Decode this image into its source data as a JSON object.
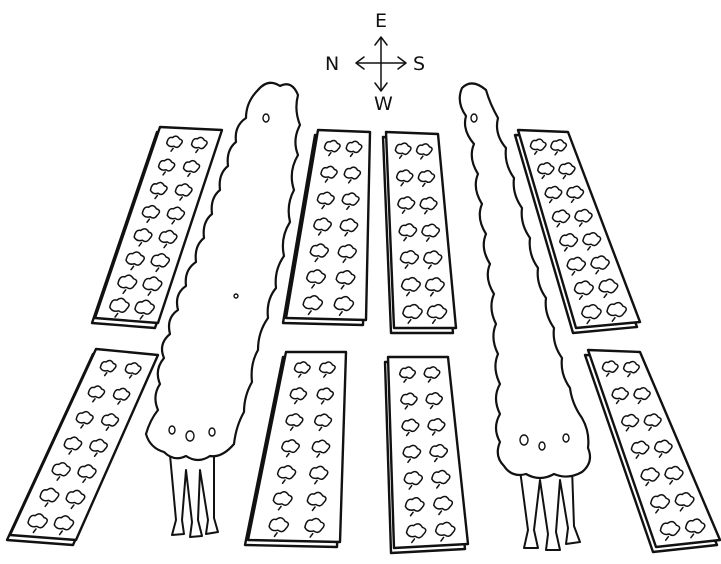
{
  "compass": {
    "top": "E",
    "left": "N",
    "right": "S",
    "bottom": "W"
  },
  "beds": [
    {
      "id": "back-row-1",
      "rows": 8
    },
    {
      "id": "back-row-2",
      "rows": 7
    },
    {
      "id": "back-row-3",
      "rows": 7
    },
    {
      "id": "back-row-4",
      "rows": 8
    },
    {
      "id": "front-row-1",
      "rows": 7
    },
    {
      "id": "front-row-2",
      "rows": 7
    },
    {
      "id": "front-row-3",
      "rows": 7
    },
    {
      "id": "front-row-4",
      "rows": 7
    }
  ],
  "plants_per_row": 2,
  "trees": [
    {
      "id": "left-tree"
    },
    {
      "id": "right-tree"
    }
  ]
}
